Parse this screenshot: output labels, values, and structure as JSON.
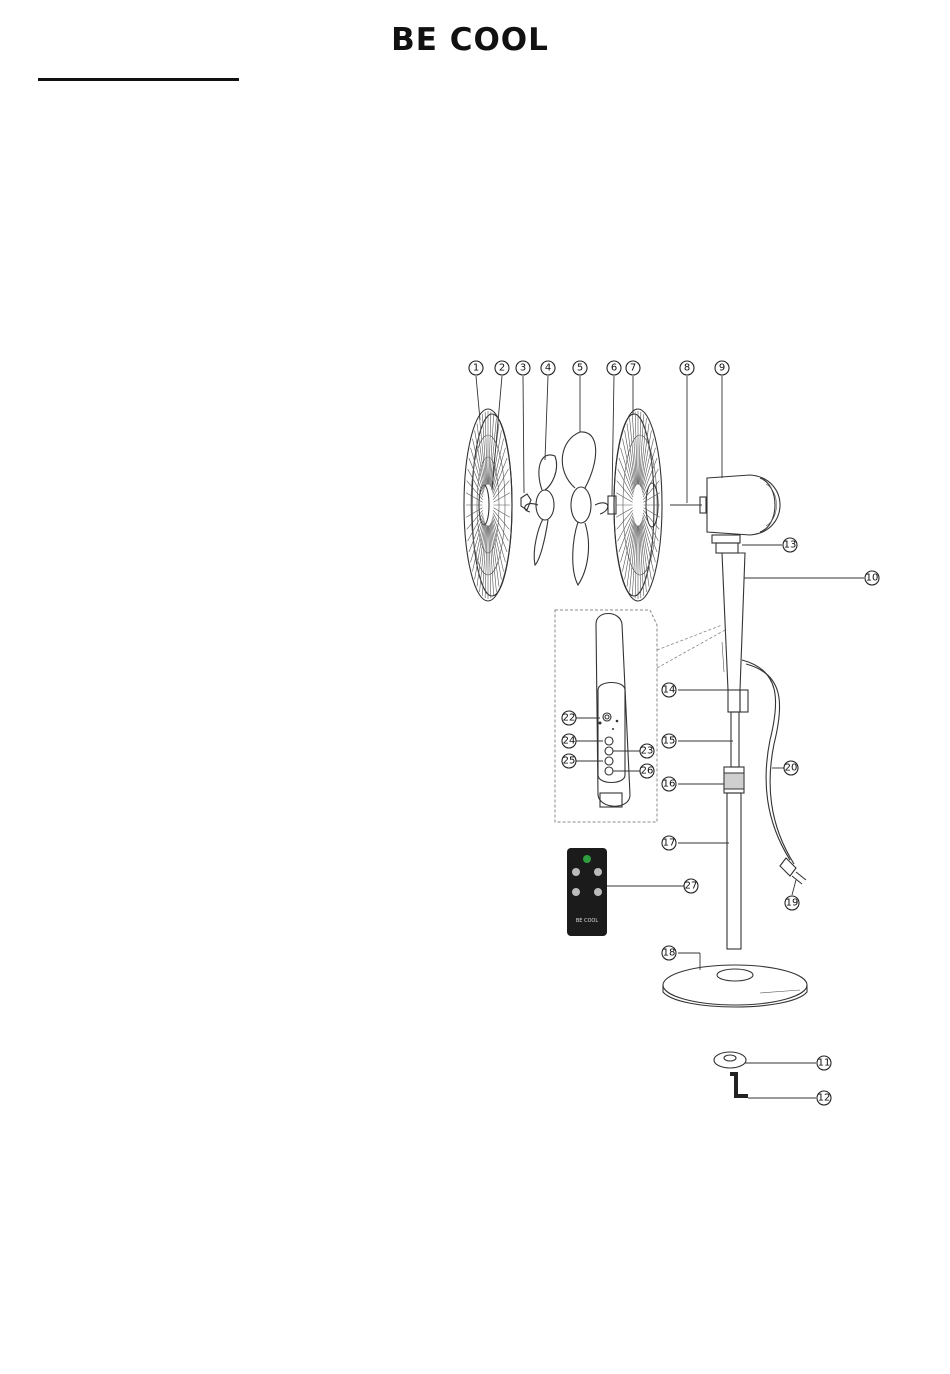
{
  "header": {
    "brand": "BE COOL"
  },
  "diagram": {
    "remote_label": "BE COOL",
    "callouts": [
      "1",
      "2",
      "3",
      "4",
      "5",
      "6",
      "7",
      "8",
      "9",
      "10",
      "11",
      "12",
      "13",
      "14",
      "15",
      "16",
      "17",
      "18",
      "19",
      "20",
      "22",
      "23",
      "24",
      "25",
      "26",
      "27"
    ]
  },
  "colors": {
    "ink": "#222222",
    "remote_body": "#1b1b1b",
    "remote_power": "#2e9e3e",
    "dashed_panel": "#888888"
  }
}
